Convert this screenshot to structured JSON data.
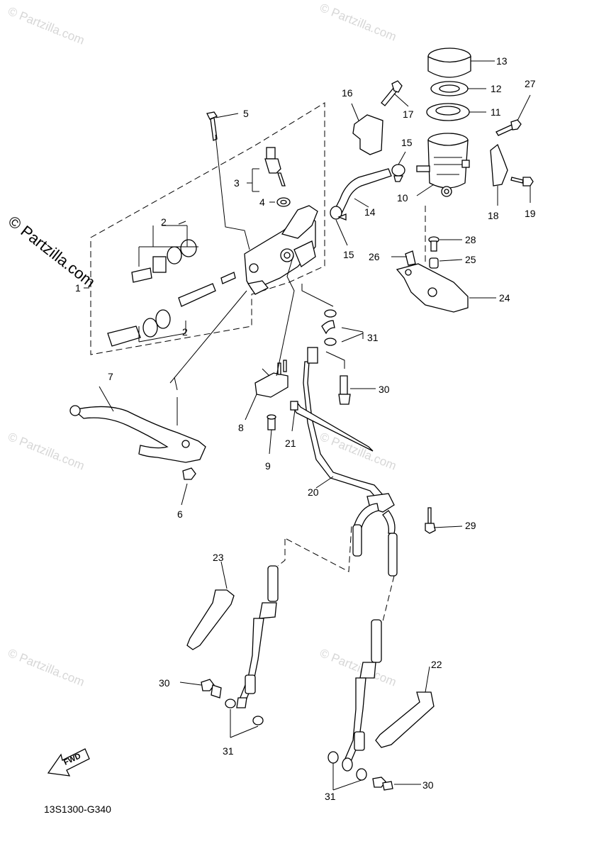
{
  "watermark": {
    "text": "© Partzilla.com",
    "side_text": "© Partzilla.com",
    "color": "#d7d7d7"
  },
  "diagram_code": "13S1300-G340",
  "fwd_label": "FWD",
  "callouts": {
    "c1": "1",
    "c2a": "2",
    "c2b": "2",
    "c3": "3",
    "c4": "4",
    "c5": "5",
    "c6": "6",
    "c7": "7",
    "c8": "8",
    "c9": "9",
    "c10": "10",
    "c11": "11",
    "c12": "12",
    "c13": "13",
    "c14": "14",
    "c15a": "15",
    "c15b": "15",
    "c16": "16",
    "c17": "17",
    "c18": "18",
    "c19": "19",
    "c20": "20",
    "c21": "21",
    "c22": "22",
    "c23": "23",
    "c24": "24",
    "c25": "25",
    "c26": "26",
    "c27": "27",
    "c28": "28",
    "c29": "29",
    "c30a": "30",
    "c30b": "30",
    "c30c": "30",
    "c31a": "31",
    "c31b": "31",
    "c31c": "31"
  }
}
